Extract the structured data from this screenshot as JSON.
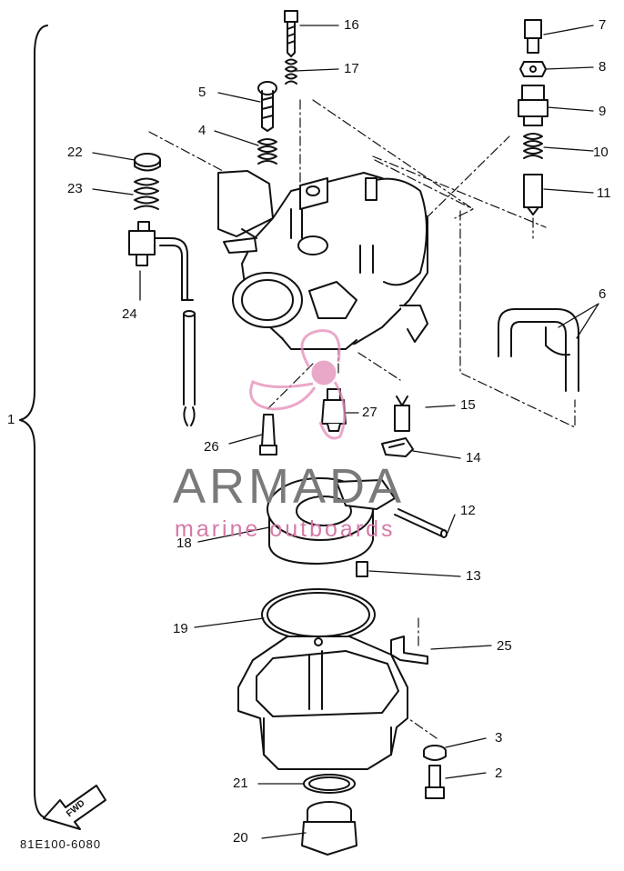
{
  "drawing_code": "81E100-6080",
  "fwd_label": "FWD",
  "watermark": {
    "title": "ARMADA",
    "subtitle": "marine outboards"
  },
  "assembly_label": "1",
  "labels": {
    "p2": "2",
    "p3": "3",
    "p4": "4",
    "p5": "5",
    "p6": "6",
    "p7": "7",
    "p8": "8",
    "p9": "9",
    "p10": "10",
    "p11": "11",
    "p12": "12",
    "p13": "13",
    "p14": "14",
    "p15": "15",
    "p16": "16",
    "p17": "17",
    "p18": "18",
    "p19": "19",
    "p20": "20",
    "p21": "21",
    "p22": "22",
    "p23": "23",
    "p24": "24",
    "p25": "25",
    "p26": "26",
    "p27": "27"
  }
}
